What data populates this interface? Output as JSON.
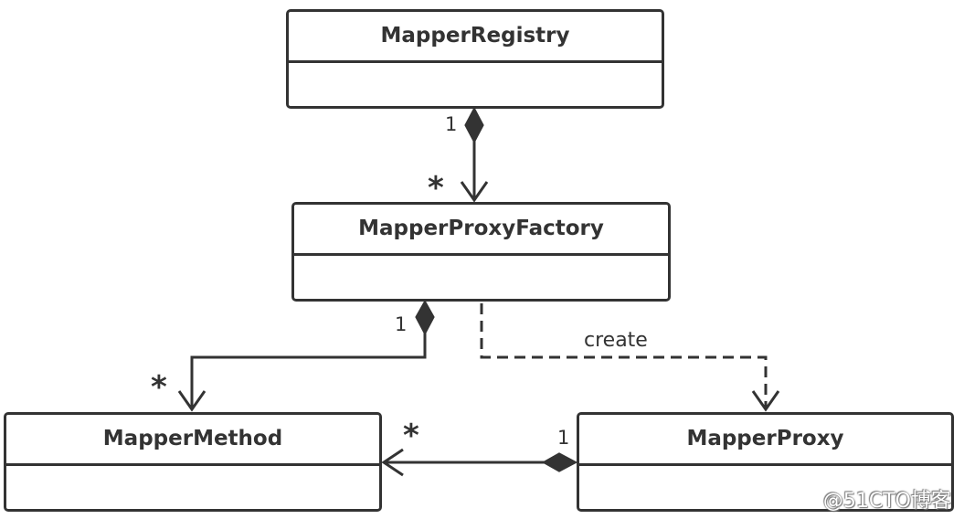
{
  "classes": {
    "registry": {
      "name": "MapperRegistry"
    },
    "factory": {
      "name": "MapperProxyFactory"
    },
    "method": {
      "name": "MapperMethod"
    },
    "proxy": {
      "name": "MapperProxy"
    }
  },
  "relations": {
    "registry_factory": {
      "source_mult": "1",
      "target_mult": "*"
    },
    "factory_method": {
      "source_mult": "1",
      "target_mult": "*"
    },
    "factory_proxy": {
      "label": "create"
    },
    "proxy_method": {
      "source_mult": "1",
      "target_mult": "*"
    }
  },
  "watermark": "@51CTO博客",
  "colors": {
    "stroke": "#333333",
    "background": "#ffffff"
  }
}
